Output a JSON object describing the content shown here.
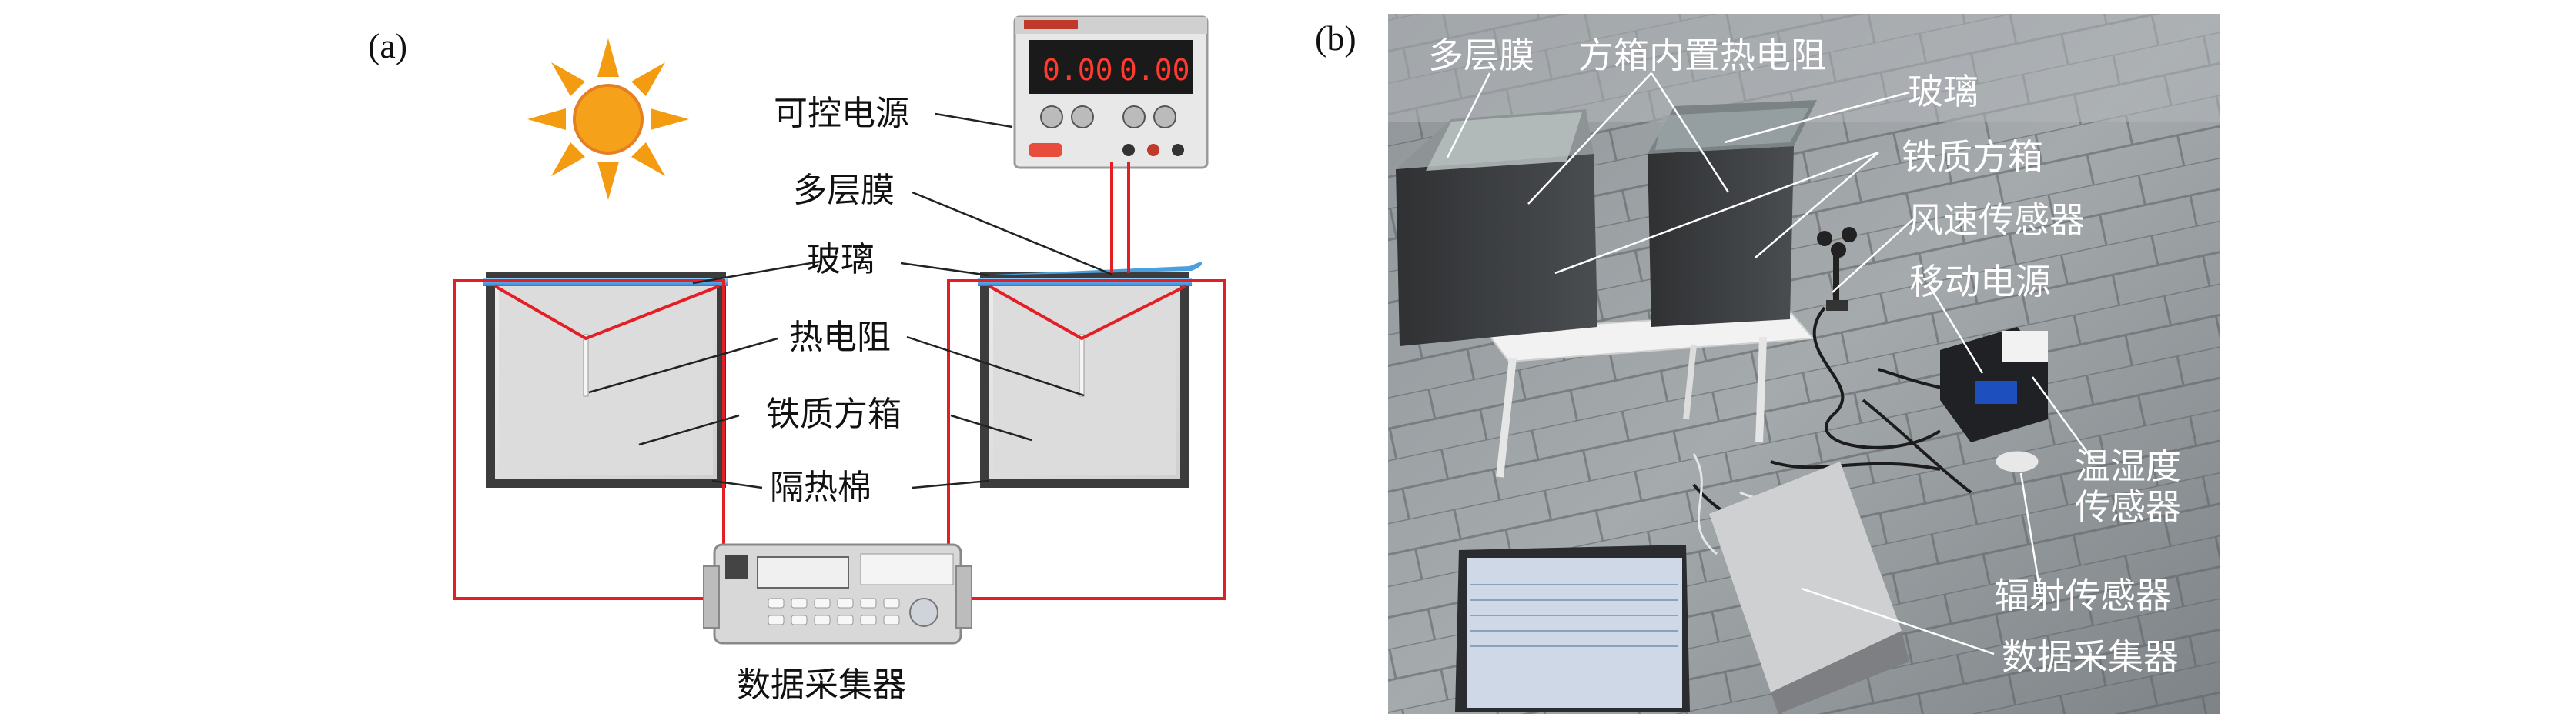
{
  "panel_a": {
    "tag": "(a)",
    "labels": {
      "power_supply": "可控电源",
      "multilayer_film": "多层膜",
      "glass": "玻璃",
      "thermistor": "热电阻",
      "iron_box": "铁质方箱",
      "insulation": "隔热棉",
      "data_logger": "数据采集器"
    },
    "psu_display": {
      "left": "0.00",
      "right": "0.00"
    },
    "colors": {
      "wire": "#e31e24",
      "glass": "#4a9fe0",
      "box": "#d9d9d9",
      "frame": "#3c3c3c",
      "sun": "#f39c12"
    }
  },
  "panel_b": {
    "tag": "(b)",
    "labels": {
      "multilayer_film": "多层膜",
      "thermistor_inside": "方箱内置热电阻",
      "glass": "玻璃",
      "iron_box": "铁质方箱",
      "wind_sensor": "风速传感器",
      "mobile_power": "移动电源",
      "humidity_sensor_1": "温湿度",
      "humidity_sensor_2": "传感器",
      "radiation_sensor": "辐射传感器",
      "data_logger": "数据采集器"
    }
  }
}
